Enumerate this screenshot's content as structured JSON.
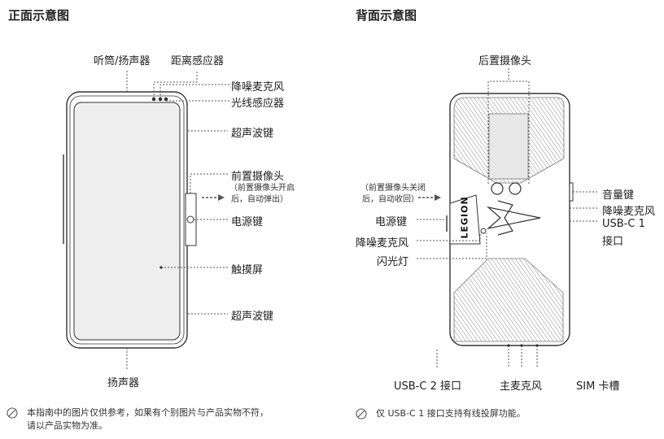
{
  "front": {
    "title": "正面示意图",
    "labels": {
      "earpiece": "听筒/扬声器",
      "proximity": "距离感应器",
      "mic_top": "降噪麦克风",
      "light_sensor": "光线感应器",
      "ultrasonic_top": "超声波键",
      "front_camera": "前置摄像头",
      "front_camera_note1": "（前置摄像头开启",
      "front_camera_note2": "后，自动弹出）",
      "power": "电源键",
      "touchscreen": "触摸屏",
      "ultrasonic_bottom": "超声波键",
      "speaker": "扬声器"
    },
    "note1": "本指南中的图片仅供参考，如果有个别图片与产品实物不符，",
    "note2": "请以产品实物为准。"
  },
  "back": {
    "title": "背面示意图",
    "labels": {
      "rear_camera": "后置摄像头",
      "camera_note1": "（前置摄像头关闭",
      "camera_note2": "后，自动收回）",
      "volume": "音量键",
      "mic_side": "降噪麦克风",
      "usbc1_a": "USB-C 1",
      "usbc1_b": "接口",
      "power": "电源键",
      "mic_left": "降噪麦克风",
      "flash": "闪光灯",
      "usbc2": "USB-C 2 接口",
      "main_mic": "主麦克风",
      "sim": "SIM 卡槽"
    },
    "logo_text": "LEGION",
    "note": "仅 USB-C 1 接口支持有线投屏功能。"
  }
}
